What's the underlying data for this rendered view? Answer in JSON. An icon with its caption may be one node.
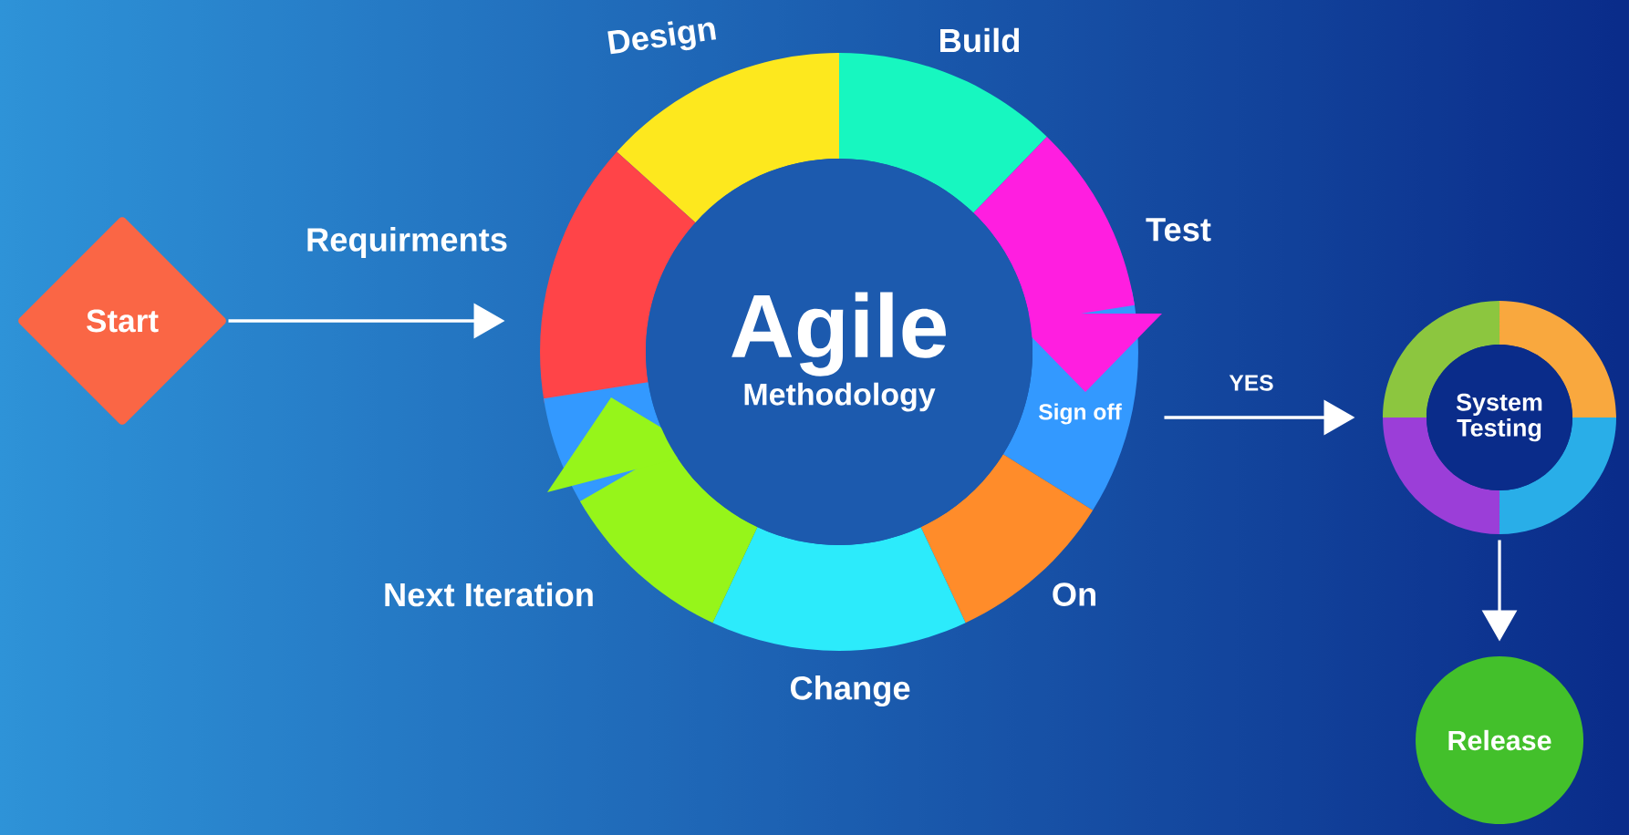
{
  "diagram": {
    "nodes": [
      {
        "text": [
          "Start"
        ]
      },
      {
        "text": [
          "Agile",
          "Methodology"
        ]
      },
      {
        "text": [
          "System Testing"
        ]
      },
      {
        "text": [
          "Release"
        ]
      }
    ],
    "edges": [
      {
        "from": 0,
        "to": 1,
        "arrow": "to",
        "label": "Requirments"
      },
      {
        "from": 1,
        "to": 2,
        "arrow": "to",
        "label": "YES"
      },
      {
        "from": 2,
        "to": 3,
        "arrow": "to"
      }
    ],
    "labels": [
      "Design",
      "Build",
      "Test",
      "Sign off",
      "On",
      "Change",
      "Next Iteration"
    ]
  }
}
